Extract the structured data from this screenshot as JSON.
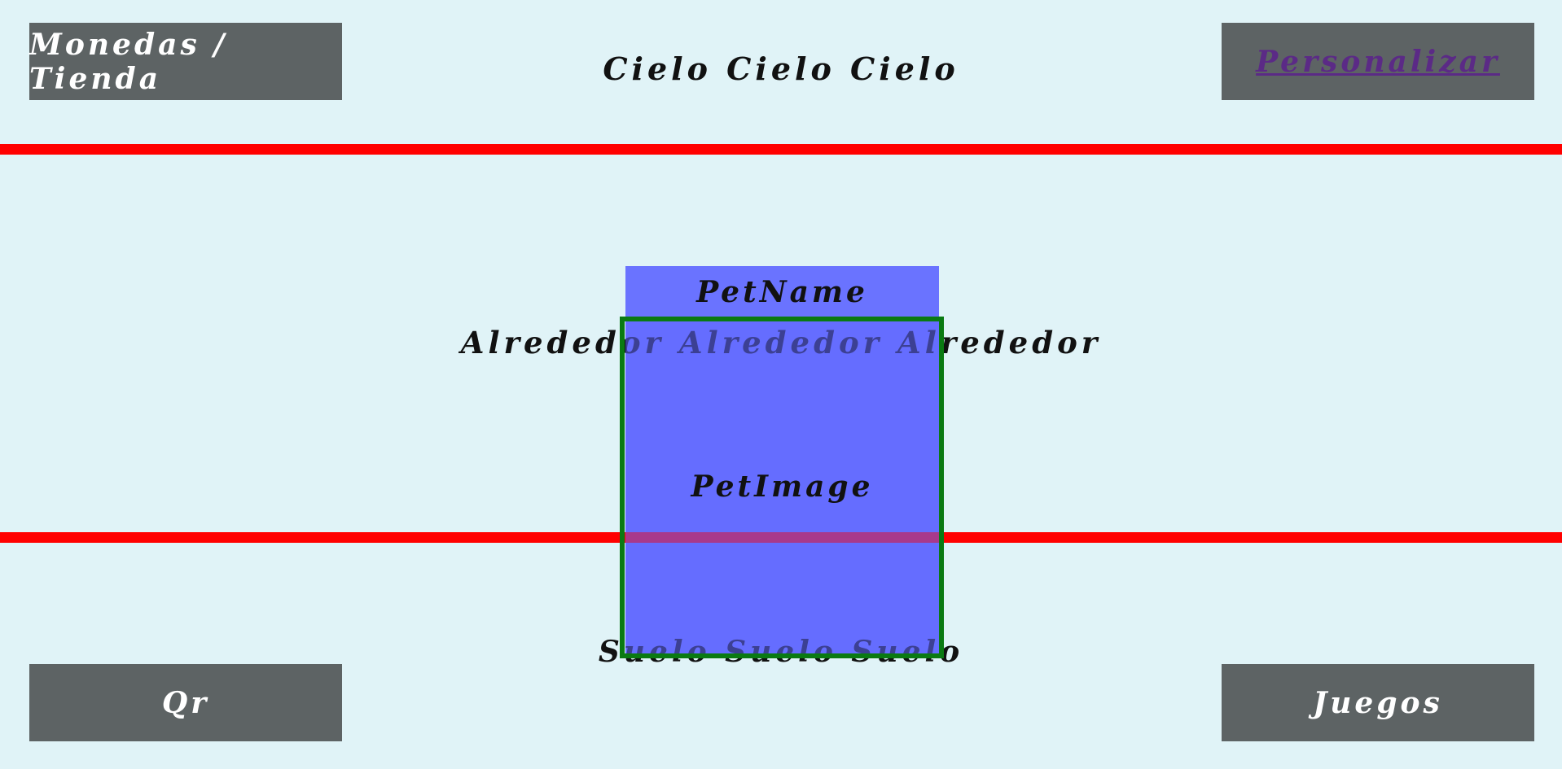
{
  "buttons": {
    "monedas_tienda": "Monedas / Tienda",
    "personalizar": "Personalizar",
    "qr": "Qr",
    "juegos": "Juegos"
  },
  "scene": {
    "sky": "Cielo Cielo Cielo",
    "pet_name": "PetName",
    "surroundings": "Alrededor Alrededor Alrededor",
    "pet_image": "PetImage",
    "ground": "Suelo Suelo Suelo"
  },
  "colors": {
    "background": "#e0f3f7",
    "button_background": "#5d6364",
    "divider_lines": "#ff0000",
    "pet_area": "#6068ff",
    "pet_frame": "#0a7a12",
    "link_text": "#5b2a86"
  }
}
